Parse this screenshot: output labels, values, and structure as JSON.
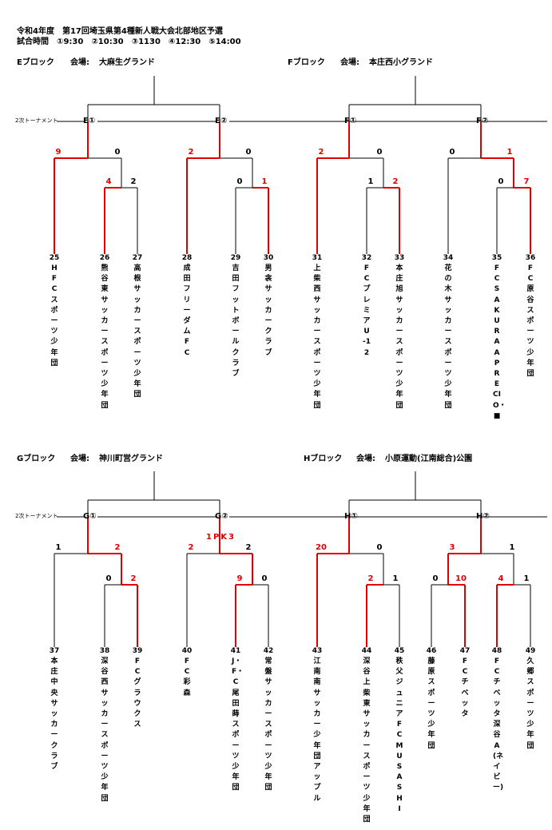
{
  "header": {
    "title": "令和4年度　第17回埼玉県第4種新人戦大会北部地区予選",
    "times": "試合時間　①9:30　②10:30　③1130　④12:30　⑤14:00"
  },
  "colors": {
    "winner": "#e00000",
    "line": "#000000"
  },
  "rounds_label": "2次トーナメント",
  "blocks": [
    {
      "id": "E",
      "label": "Eブロック",
      "venue_label": "会場:",
      "venue": "大麻生グランド",
      "node1": "E①",
      "node2": "E②",
      "teams": [
        {
          "no": "25",
          "name": "HFCスポーツ少年団"
        },
        {
          "no": "26",
          "name": "熊谷東サッカースポーツ少年団"
        },
        {
          "no": "27",
          "name": "高根サッカースポーツ少年団"
        },
        {
          "no": "28",
          "name": "成田フリーダムFC"
        },
        {
          "no": "29",
          "name": "吉田フットボールクラブ"
        },
        {
          "no": "30",
          "name": "男衾サッカークラブ"
        }
      ],
      "scores": [
        "9",
        "0",
        "4",
        "2",
        "2",
        "0",
        "0",
        "1"
      ]
    },
    {
      "id": "F",
      "label": "Fブロック",
      "venue_label": "会場:",
      "venue": "本庄西小グランド",
      "node1": "F①",
      "node2": "F②",
      "teams": [
        {
          "no": "31",
          "name": "上柴西サッカースポーツ少年団"
        },
        {
          "no": "32",
          "name": "FCプレミアU-12"
        },
        {
          "no": "33",
          "name": "本庄旭サッカースポーツ少年団"
        },
        {
          "no": "34",
          "name": "花の木サッカースポーツ少年団"
        },
        {
          "no": "35",
          "name": "FC　SAKURA　APRECIO・■"
        },
        {
          "no": "36",
          "name": "FC原谷スポーツ少年団"
        }
      ],
      "scores": [
        "2",
        "0",
        "1",
        "2",
        "0",
        "1",
        "0",
        "7"
      ]
    },
    {
      "id": "G",
      "label": "Gブロック",
      "venue_label": "会場:",
      "venue": "神川町営グランド",
      "node1": "G①",
      "node2": "G②",
      "pk": "1PK3",
      "teams": [
        {
          "no": "37",
          "name": "本庄中央サッカークラブ"
        },
        {
          "no": "38",
          "name": "深谷西サッカースポーツ少年団"
        },
        {
          "no": "39",
          "name": "FCグラウクス"
        },
        {
          "no": "40",
          "name": "FC彩森"
        },
        {
          "no": "41",
          "name": "J・F・C尾田蒔スポーツ少年団"
        },
        {
          "no": "42",
          "name": "常盤サッカースポーツ少年団"
        }
      ],
      "scores": [
        "1",
        "2",
        "0",
        "2",
        "2",
        "2",
        "9",
        "0"
      ]
    },
    {
      "id": "H",
      "label": "Hブロック",
      "venue_label": "会場:",
      "venue": "小原運動(江南総合)公園",
      "node1": "H①",
      "node2": "H②",
      "teams": [
        {
          "no": "43",
          "name": "江南南サッカー少年団　アップル"
        },
        {
          "no": "44",
          "name": "深谷上柴東サッカースポーツ少年団"
        },
        {
          "no": "45",
          "name": "秩父ジュニアFC　MUSASHI"
        },
        {
          "no": "46",
          "name": "藤原スポーツ少年団"
        },
        {
          "no": "47",
          "name": "FCチベッタ"
        },
        {
          "no": "48",
          "name": "FC　チベッタ深谷　A(ネイビー)"
        },
        {
          "no": "49",
          "name": "久郷スポーツ少年団"
        }
      ],
      "scores": [
        "20",
        "0",
        "2",
        "1",
        "3",
        "1",
        "0",
        "10",
        "4",
        "1"
      ]
    }
  ]
}
